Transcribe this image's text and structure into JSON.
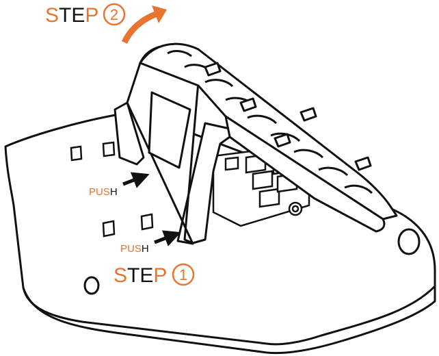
{
  "colors": {
    "accent": "#e8742f",
    "outline": "#111111",
    "fill": "#ffffff"
  },
  "step_two": {
    "prefix": "S",
    "middle": "TE",
    "suffix": "P",
    "number": "2"
  },
  "step_one": {
    "prefix": "S",
    "middle": "TE",
    "suffix": "P",
    "number": "1"
  },
  "push_upper": {
    "colored": "PUS",
    "black": "H"
  },
  "push_lower": {
    "colored": "PUS",
    "black": "H"
  }
}
